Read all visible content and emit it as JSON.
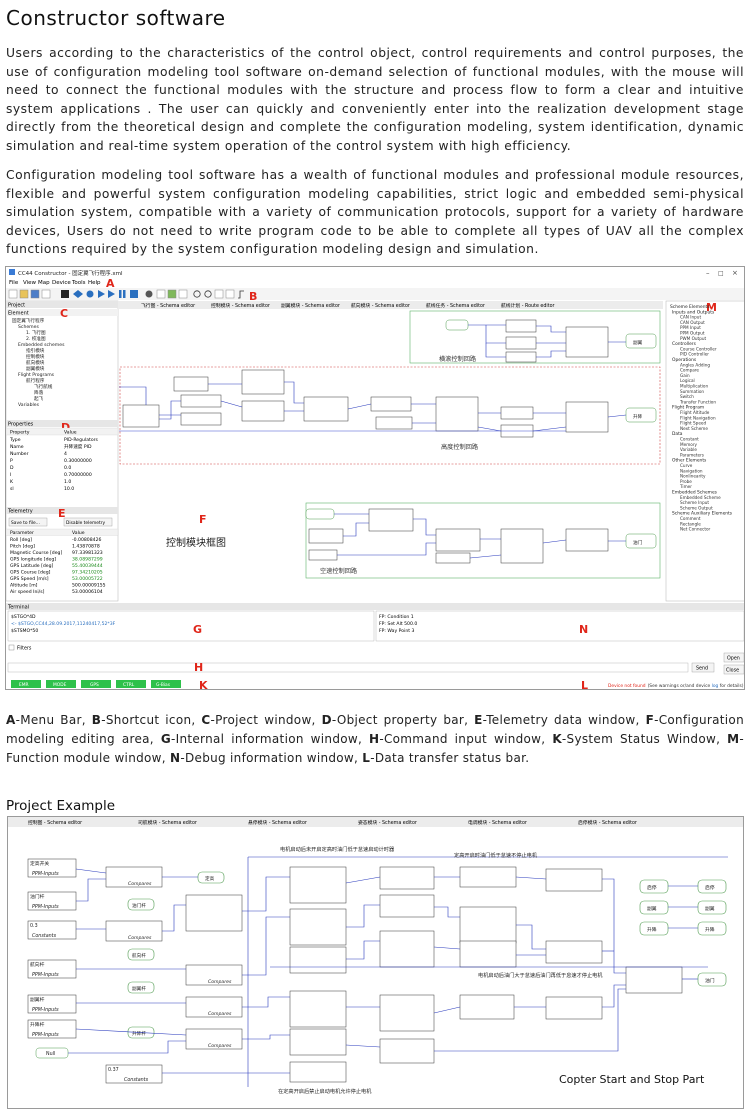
{
  "heading": "Constructor software",
  "paragraphs": [
    "Users according to the characteristics of the control object, control requirements and control purposes, the use of configuration modeling tool software on-demand selection of functional modules, with the mouse will need to connect the functional modules with the structure and process flow to form a clear and intuitive system applications . The user can quickly and conveniently enter into the realization development stage directly from the theoretical design and complete the configuration modeling, system identification, dynamic simulation and real-time system operation of the control system with high efficiency.",
    "Configuration modeling tool software has a wealth of functional modules and professional module resources, flexible and powerful system configuration modeling capabilities, strict logic and embedded semi-physical simulation system, compatible with a variety of communication protocols, support for a variety of hardware devices, Users do not need to write program code to be able to complete all types of UAV all the complex functions required by the system configuration modeling design and simulation."
  ],
  "legend_text": "A-Menu Bar, B-Shortcut icon, C-Project window, D-Object property bar, E-Telemetry data window, F-Configuration modeling editing area, G-Internal information window, H-Command input window, K-System Status Window, M-Function module window, N-Debug information window, L-Data transfer status bar.",
  "project_example_heading": "Project Example",
  "screenshot1": {
    "window_title": "CC44 Constructor - 固定翼飞行程序.xml",
    "menu": [
      "File",
      "View",
      "Map",
      "Device",
      "Tools",
      "Help"
    ],
    "tabs": [
      "飞行图 - Schema editor",
      "控制模块 - Schema editor",
      "副翼模块 - Schema editor",
      "航向模块 - Schema editor",
      "航线任务 - Schema editor",
      "航线计划 - Route editor"
    ],
    "project_label": "Project",
    "element_label": "Element",
    "tree": [
      "固定翼飞行程序",
      "Schemes",
      "1. 飞行图",
      "2. 校准图",
      "Embedded schemes",
      "指引模块",
      "控制模块",
      "航向模块",
      "副翼模块",
      "Flight Programs",
      "航行程序",
      "飞行航线",
      "降落",
      "起飞",
      "Variables"
    ],
    "properties_label": "Properties",
    "prop_cols": [
      "Property",
      "Value"
    ],
    "props": [
      [
        "Type",
        "PID-Regulators"
      ],
      [
        "Name",
        "升降速度 PID"
      ],
      [
        "Number",
        "4"
      ],
      [
        "P",
        "0.30000000"
      ],
      [
        "D",
        "0.0"
      ],
      [
        "I",
        "0.70000000"
      ],
      [
        "K",
        "1.0"
      ],
      [
        "sl",
        "10.0"
      ]
    ],
    "telemetry_label": "Telemetry",
    "save_to_file": "Save to file...",
    "disable_telemetry": "Disable telemetry",
    "tele_cols": [
      "Parameter",
      "Value"
    ],
    "telemetry": [
      [
        "Roll [deg]",
        "-0.00808426"
      ],
      [
        "Pitch [deg]",
        "1.43870878"
      ],
      [
        "Magnetic Course [deg]",
        "97.33981323"
      ],
      [
        "GPS longitude [deg]",
        "38.08987299"
      ],
      [
        "GPS Latitude [deg]",
        "55.40039444"
      ],
      [
        "GPS Course [deg]",
        "97.34210205"
      ],
      [
        "GPS Speed [m/s]",
        "53.00005722"
      ],
      [
        "Altitude [m]",
        "500.00009155"
      ],
      [
        "Air speed Ini/s]",
        "53.00006104"
      ]
    ],
    "scheme_groups": [
      {
        "name": "Scheme Elements",
        "items": []
      },
      {
        "name": "Inputs and Outputs",
        "items": [
          "CAN Input",
          "CAN Output",
          "PPM Input",
          "PPM Output",
          "PWM Output"
        ]
      },
      {
        "name": "Controllers",
        "items": [
          "Course Controller",
          "PID Controller"
        ]
      },
      {
        "name": "Operations",
        "items": [
          "Angles Adding",
          "Compare",
          "Gain",
          "Logical",
          "Multiplication",
          "Summation",
          "Switch",
          "Transfer Function"
        ]
      },
      {
        "name": "Flight Program",
        "items": [
          "Flight Altitude",
          "Flight Navigation",
          "Flight Speed",
          "Next Scheme"
        ]
      },
      {
        "name": "Data",
        "items": [
          "Constant",
          "Memory",
          "Variable",
          "Parameters"
        ]
      },
      {
        "name": "Other Elements",
        "items": [
          "Curve",
          "Navigation",
          "Nonlinearity",
          "Probe",
          "Timer"
        ]
      },
      {
        "name": "Embedded Schemes",
        "items": [
          "Embedded Scheme",
          "Scheme Input",
          "Scheme Output"
        ]
      },
      {
        "name": "Scheme Auxiliary Elements",
        "items": [
          "Comment",
          "Rectangle",
          "Net Connector"
        ]
      }
    ],
    "region_labels": {
      "roll_loop": "横滚控制回路",
      "altitude_loop": "高度控制回路",
      "config_diagram": "控制模块框图",
      "speed_loop": "空速控制回路"
    },
    "output_labels": {
      "aileron": "副翼",
      "throttle_elevator": "升降",
      "throttle": "油门"
    },
    "terminal_label": "Terminal",
    "terminal_lines": [
      "$STGO*4D",
      "<- $STGO,CC44,28.09.2017,11240417,52*3F",
      "$STSMO*50"
    ],
    "debug_lines": [
      "FP: Condition 1",
      "FP: Set Alt 500.0",
      "FP: Way Point 3"
    ],
    "filters_label": "Filters",
    "send_label": "Send",
    "open_label": "Open",
    "close_label": "Close",
    "status_buttons": [
      "EMR",
      "MODE",
      "GPS",
      "CTRL",
      "G-Bias"
    ],
    "status_message": "Device not found",
    "status_hint_pre": "(See warnings or/and device ",
    "status_hint_link": "log",
    "status_hint_post": " for details)",
    "callouts": [
      "A",
      "B",
      "C",
      "D",
      "E",
      "F",
      "G",
      "H",
      "K",
      "L",
      "M",
      "N"
    ]
  },
  "screenshot2": {
    "tabs": [
      "控制图 - Schema editor",
      "司航模块 - Schema editor",
      "悬停模块 - Schema editor",
      "姿态模块 - Schema editor",
      "电调模块 - Schema editor",
      "启停模块 - Schema editor"
    ],
    "inputs": [
      "定高开关",
      "油门杆",
      "0.3",
      "航向杆",
      "副翼杆",
      "升降杆",
      "Null",
      "0.37"
    ],
    "ppm_label": "PPM-Inputs",
    "constants_label": "Constants",
    "compares_label": "Compares",
    "small_outputs": [
      "定高",
      "油门杆",
      "航向杆",
      "副翼杆",
      "升降杆"
    ],
    "right_outputs": [
      "启停",
      "副翼",
      "升降",
      "油门"
    ],
    "right_outputs_dup": [
      "启停",
      "副翼",
      "升降"
    ],
    "notes": [
      "电机启动后未开启定高时油门低于怠速启动计时器",
      "定高开启时油门低于怠速不停止电机",
      "电机启动后油门大于怠速后油门再低于怠速才停止电机",
      "在定高开启后禁止启动电机允许停止电机"
    ],
    "caption": "Copter Start and Stop Part"
  }
}
